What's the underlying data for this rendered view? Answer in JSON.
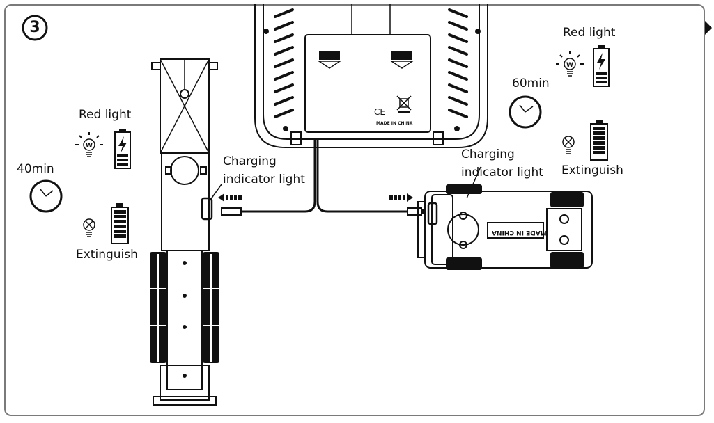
{
  "step": {
    "number": "3"
  },
  "controller": {
    "ce_mark": "CE",
    "made_in": "MADE IN CHINA"
  },
  "left_panel": {
    "state_charging": {
      "light_label": "Red light"
    },
    "time_label": "40min",
    "state_done": {
      "light_label": "Extinguish"
    }
  },
  "right_panel": {
    "state_charging": {
      "light_label": "Red light"
    },
    "time_label": "60min",
    "state_done": {
      "light_label": "Extinguish"
    }
  },
  "callouts": {
    "left_indicator": {
      "line1": "Charging",
      "line2": "indicator light"
    },
    "right_indicator": {
      "line1": "Charging",
      "line2": "indicator light"
    }
  },
  "vehicle": {
    "underside_text": "MADE IN CHINA"
  },
  "icons": {
    "bulb_letter": "W",
    "bulb_on": "light-bulb-on-icon",
    "bulb_off": "light-bulb-off-icon",
    "battery_charging": "battery-charging-icon",
    "battery_full": "battery-full-icon",
    "clock": "clock-icon"
  },
  "colors": {
    "line": "#111111",
    "frame": "#7a7a7a"
  }
}
